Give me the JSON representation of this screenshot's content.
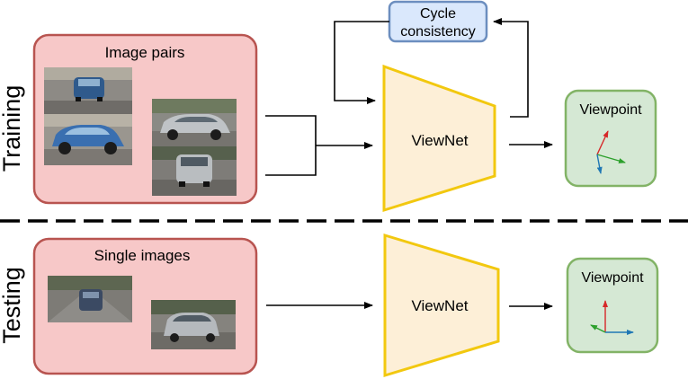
{
  "rows": {
    "training": {
      "label": "Training",
      "input_box_title": "Image pairs",
      "network_label": "ViewNet",
      "output_title": "Viewpoint",
      "feedback_label": [
        "Cycle",
        "consistency"
      ]
    },
    "testing": {
      "label": "Testing",
      "input_box_title": "Single images",
      "network_label": "ViewNet",
      "output_title": "Viewpoint"
    }
  },
  "colors": {
    "input_box_fill": "#f7c8c8",
    "input_box_stroke": "#b85450",
    "network_fill": "#fdefd7",
    "network_stroke": "#f2c80f",
    "output_fill": "#d5e8d4",
    "output_stroke": "#82b366",
    "cycle_fill": "#dae8fc",
    "cycle_stroke": "#6c8ebf",
    "axis_x": "#2ca02c",
    "axis_y": "#d62728",
    "axis_z": "#1f77b4"
  },
  "icons": {
    "photo": "car-photo",
    "axes": "coordinate-axes-icon"
  }
}
